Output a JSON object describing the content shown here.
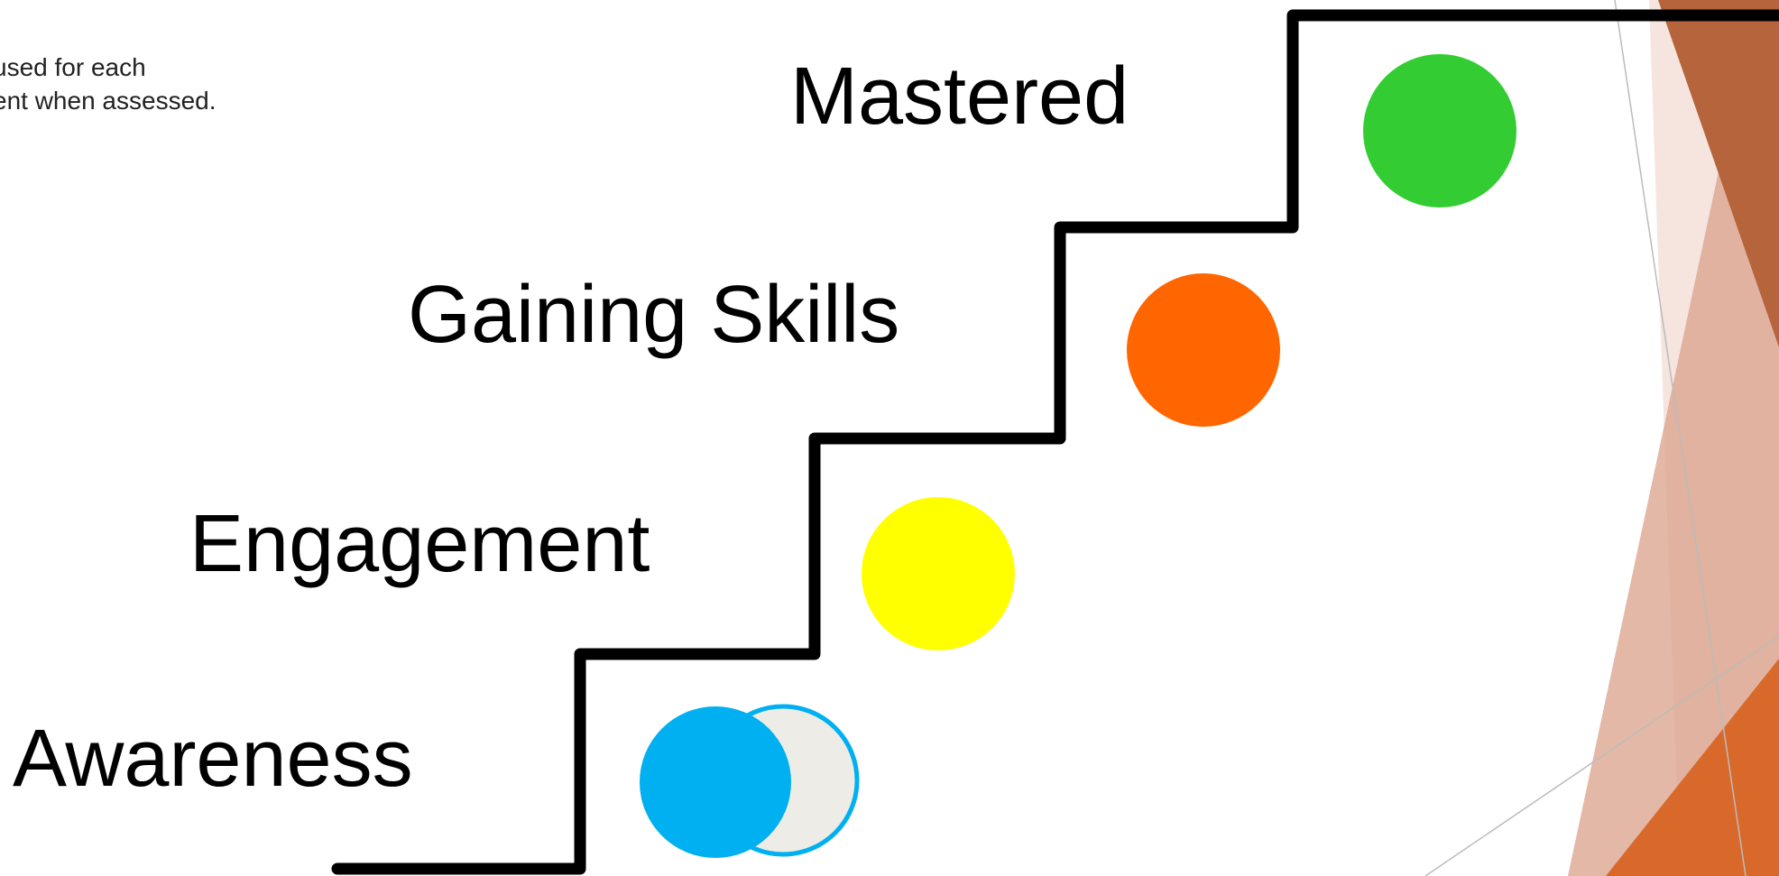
{
  "caption": {
    "line1": "used for each",
    "line2": "ent when assessed."
  },
  "levels": [
    {
      "id": "mastered",
      "label": "Mastered",
      "color": "#33CC33"
    },
    {
      "id": "gaining-skills",
      "label": "Gaining Skills",
      "color": "#FF6600"
    },
    {
      "id": "engagement",
      "label": "Engagement",
      "color": "#FFFF00"
    },
    {
      "id": "awareness",
      "label": "Awareness",
      "color": "#00B0F0",
      "secondary_color": "#EEECE6"
    }
  ],
  "theme": {
    "accent_dark": "#B5643C",
    "accent_orange": "#D9692A",
    "accent_light": "#E3B9A8",
    "staircase_color": "#000000"
  }
}
